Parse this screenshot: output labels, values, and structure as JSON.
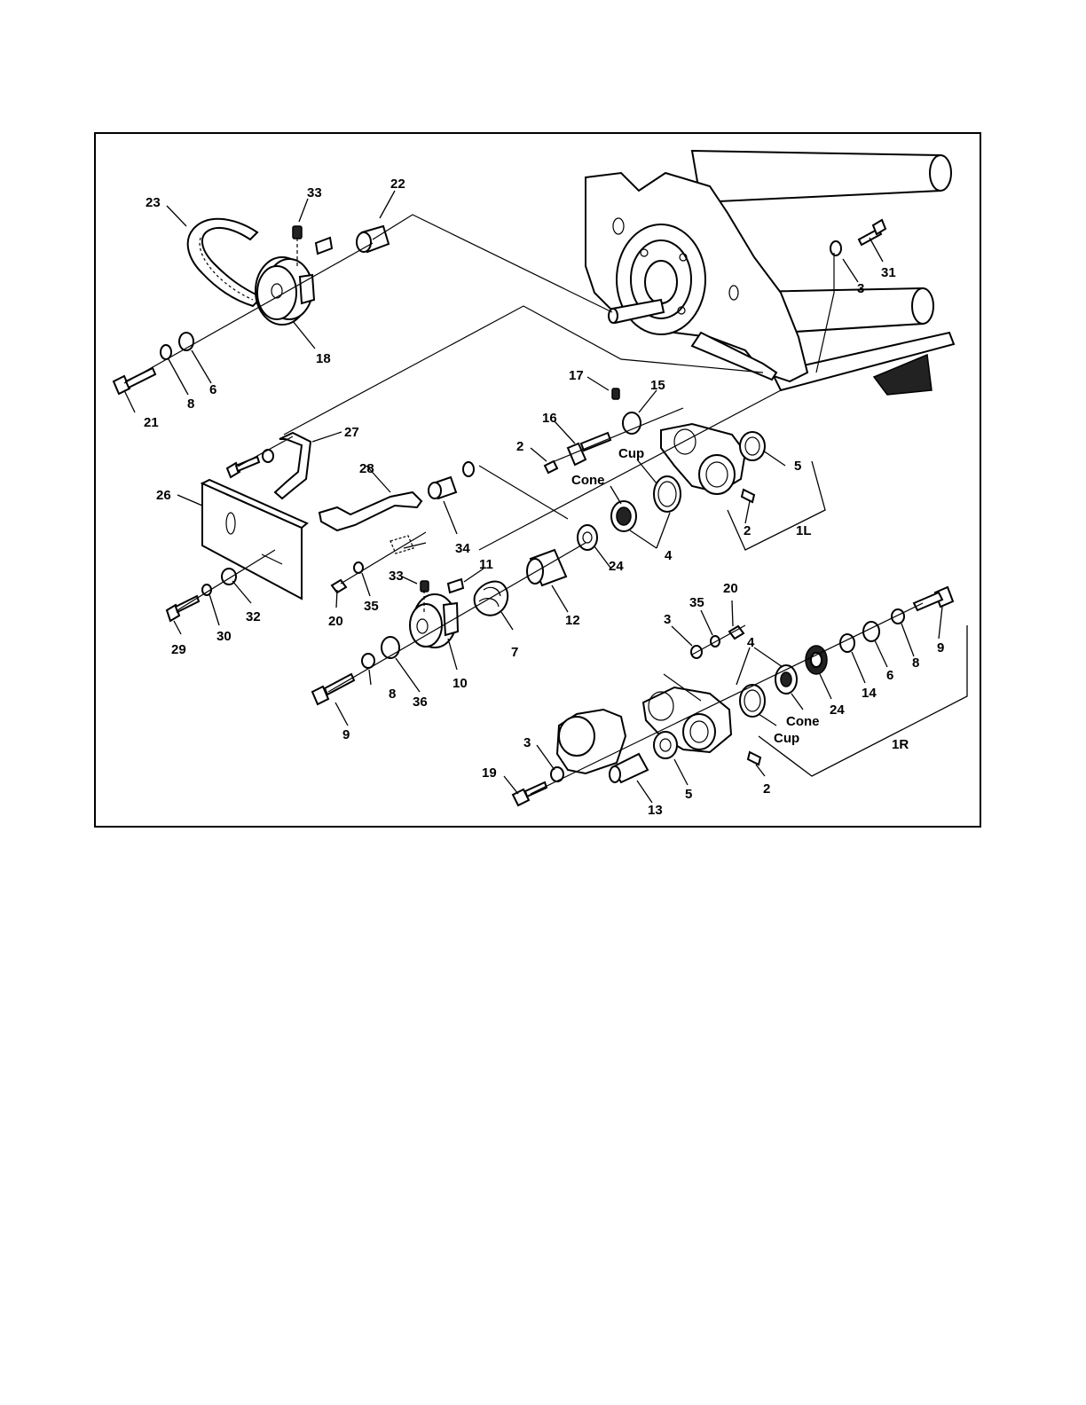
{
  "diagram": {
    "labels": {
      "l23": "23",
      "l33a": "33",
      "l22": "22",
      "l31": "31",
      "l3a": "3",
      "l18": "18",
      "l21": "21",
      "l8a": "8",
      "l6a": "6",
      "l27": "27",
      "l26": "26",
      "l17": "17",
      "l15": "15",
      "l16": "16",
      "l2a": "2",
      "lcup1": "Cup",
      "lcone1": "Cone",
      "l5a": "5",
      "l28": "28",
      "l2b": "2",
      "l1L": "1L",
      "l4a": "4",
      "l34": "34",
      "l11": "11",
      "l33b": "33",
      "l24a": "24",
      "l12": "12",
      "l7": "7",
      "l29": "29",
      "l30": "30",
      "l32": "32",
      "l20a": "20",
      "l35a": "35",
      "l10": "10",
      "l9a": "9",
      "l8b": "8",
      "l36": "36",
      "l3b": "3",
      "l35b": "35",
      "l20b": "20",
      "l9b": "9",
      "l4b": "4",
      "l8c": "8",
      "l6b": "6",
      "l14": "14",
      "l24b": "24",
      "lcone2": "Cone",
      "lcup2": "Cup",
      "l1R": "1R",
      "l3c": "3",
      "l19": "19",
      "l13": "13",
      "l5b": "5",
      "l2c": "2"
    }
  }
}
